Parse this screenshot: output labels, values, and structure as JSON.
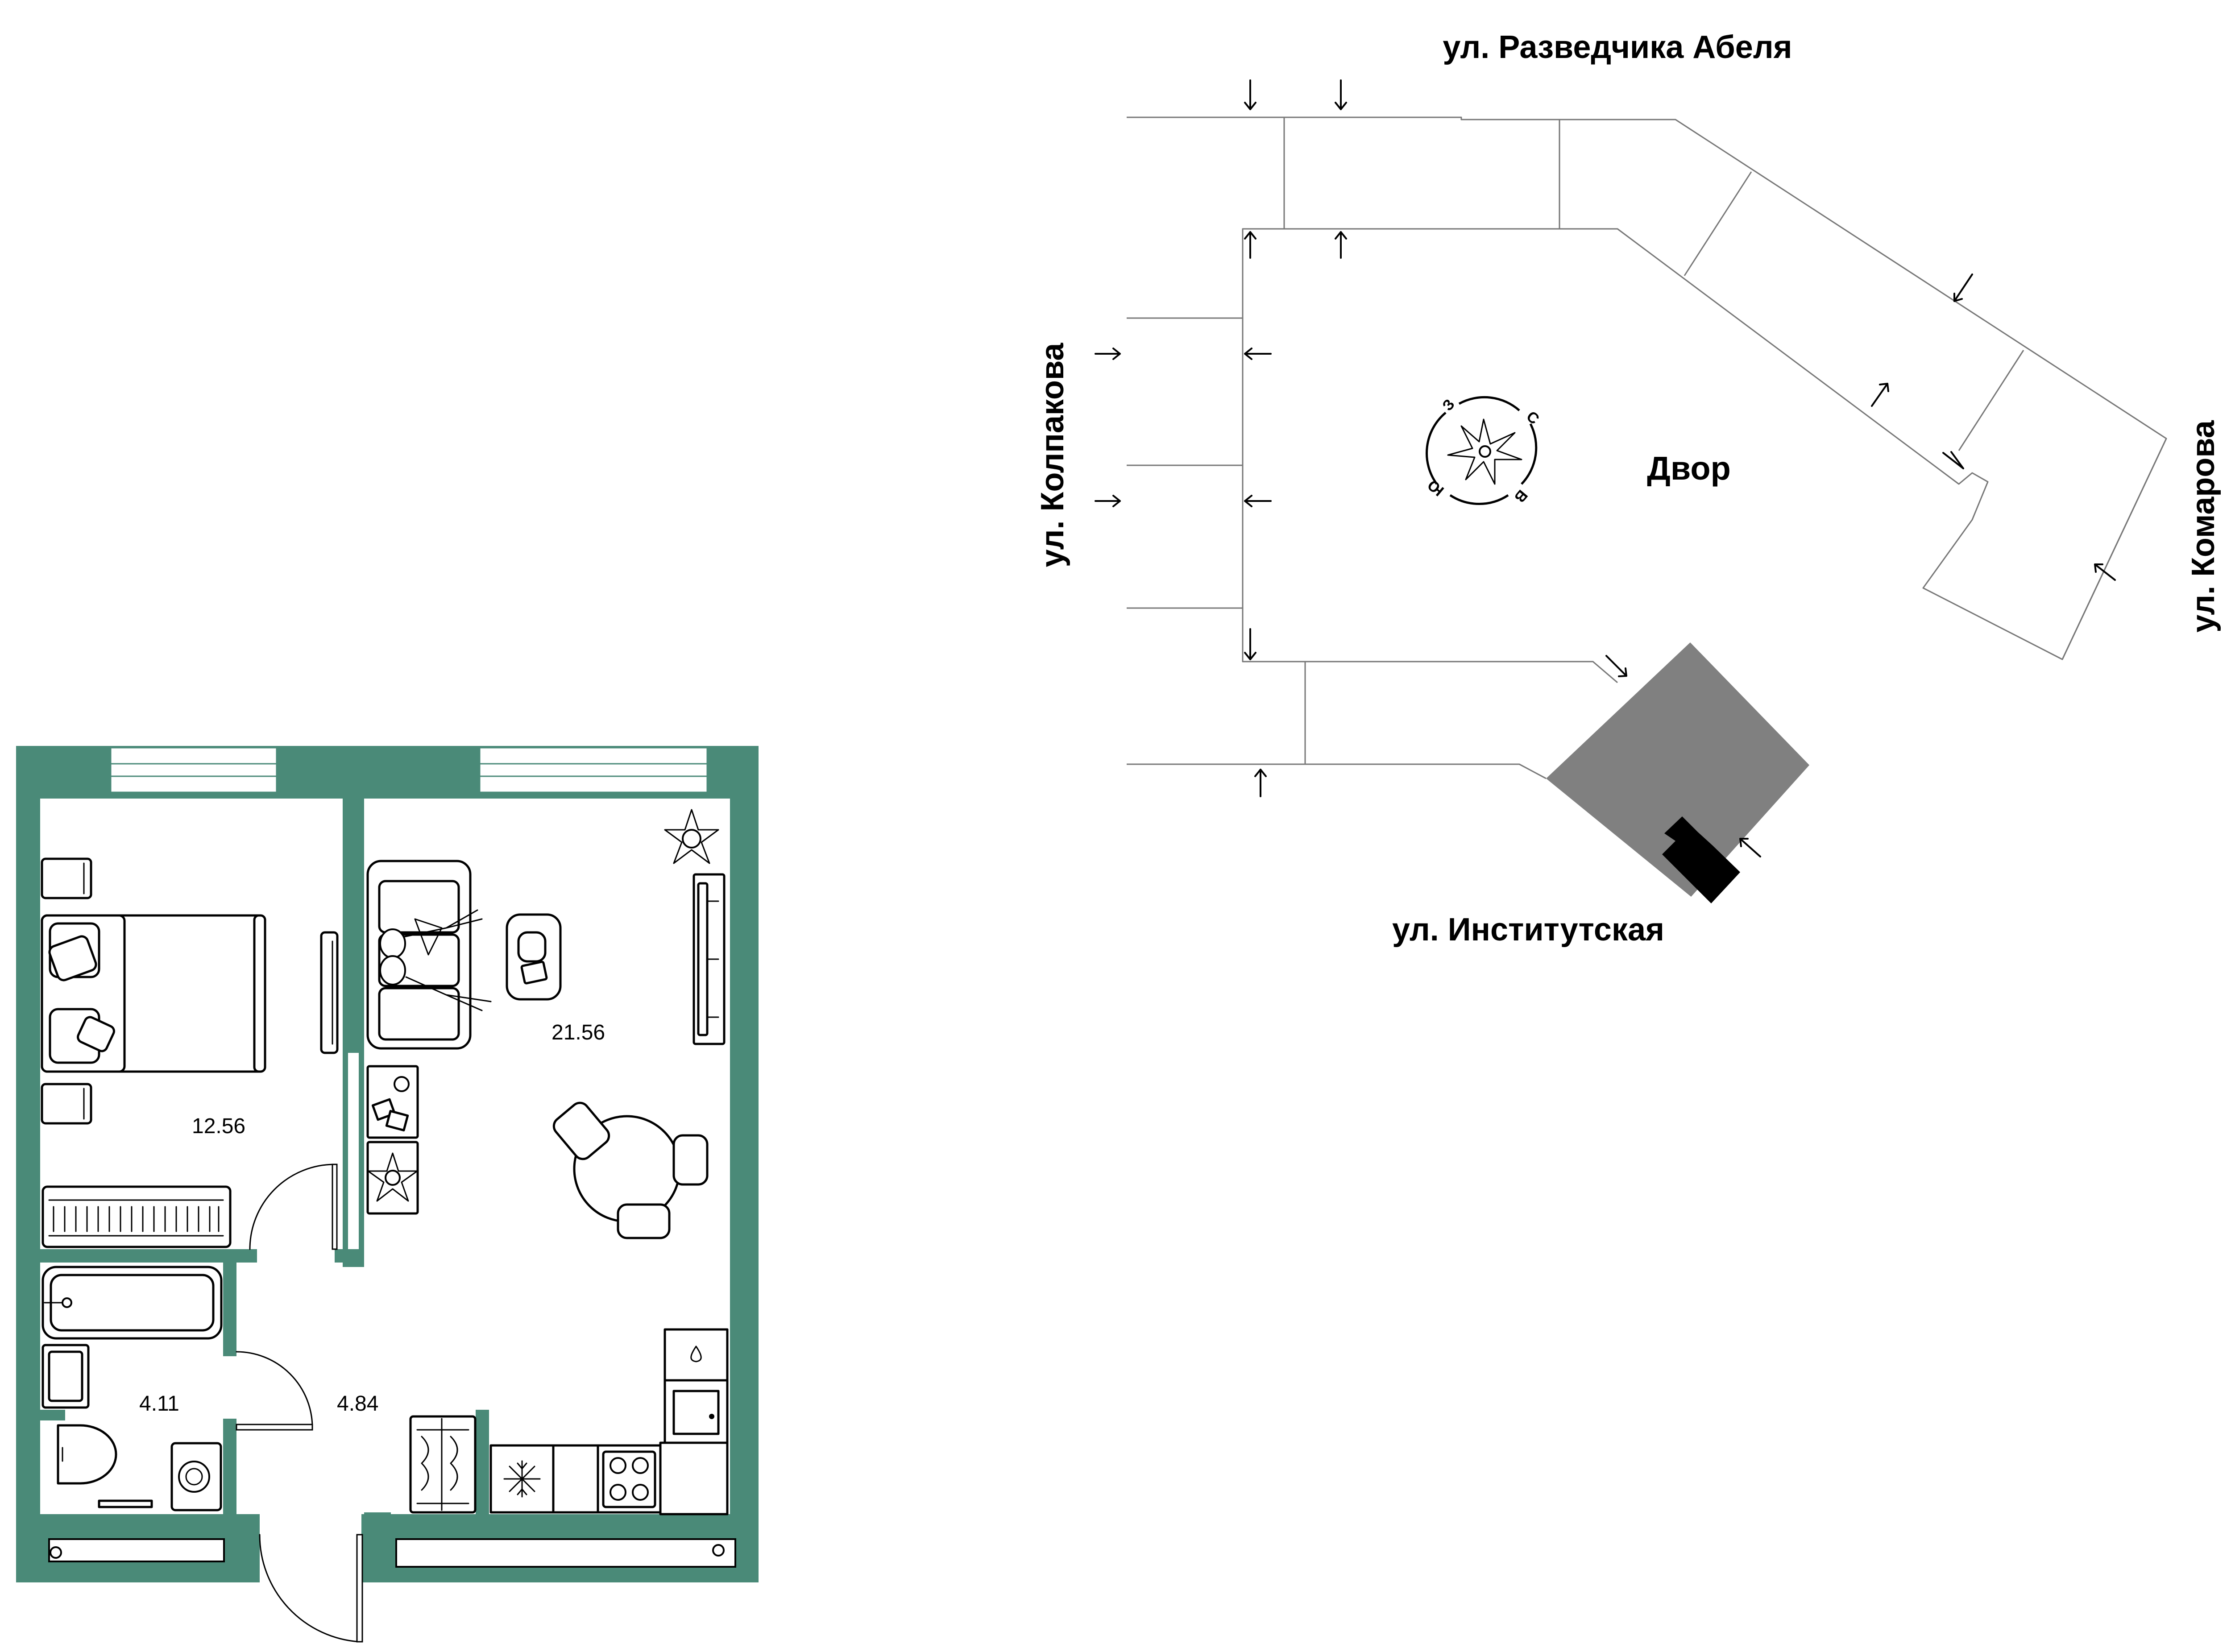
{
  "floorplan": {
    "rooms": [
      {
        "id": "bedroom",
        "area": "12.56"
      },
      {
        "id": "living",
        "area": "21.56"
      },
      {
        "id": "bathroom",
        "area": "4.11"
      },
      {
        "id": "hallway",
        "area": "4.84"
      }
    ],
    "colors": {
      "wall": "#4a8a78",
      "building": "#808080",
      "apartment": "#000000"
    }
  },
  "site_plan": {
    "streets": {
      "north": "ул. Разведчика Абеля",
      "west": "ул. Колпакова",
      "east": "ул. Комарова",
      "south": "ул. Институтская"
    },
    "yard_label": "Двор",
    "compass": {
      "n": "С",
      "e": "В",
      "s": "Ю",
      "w": "З"
    }
  }
}
